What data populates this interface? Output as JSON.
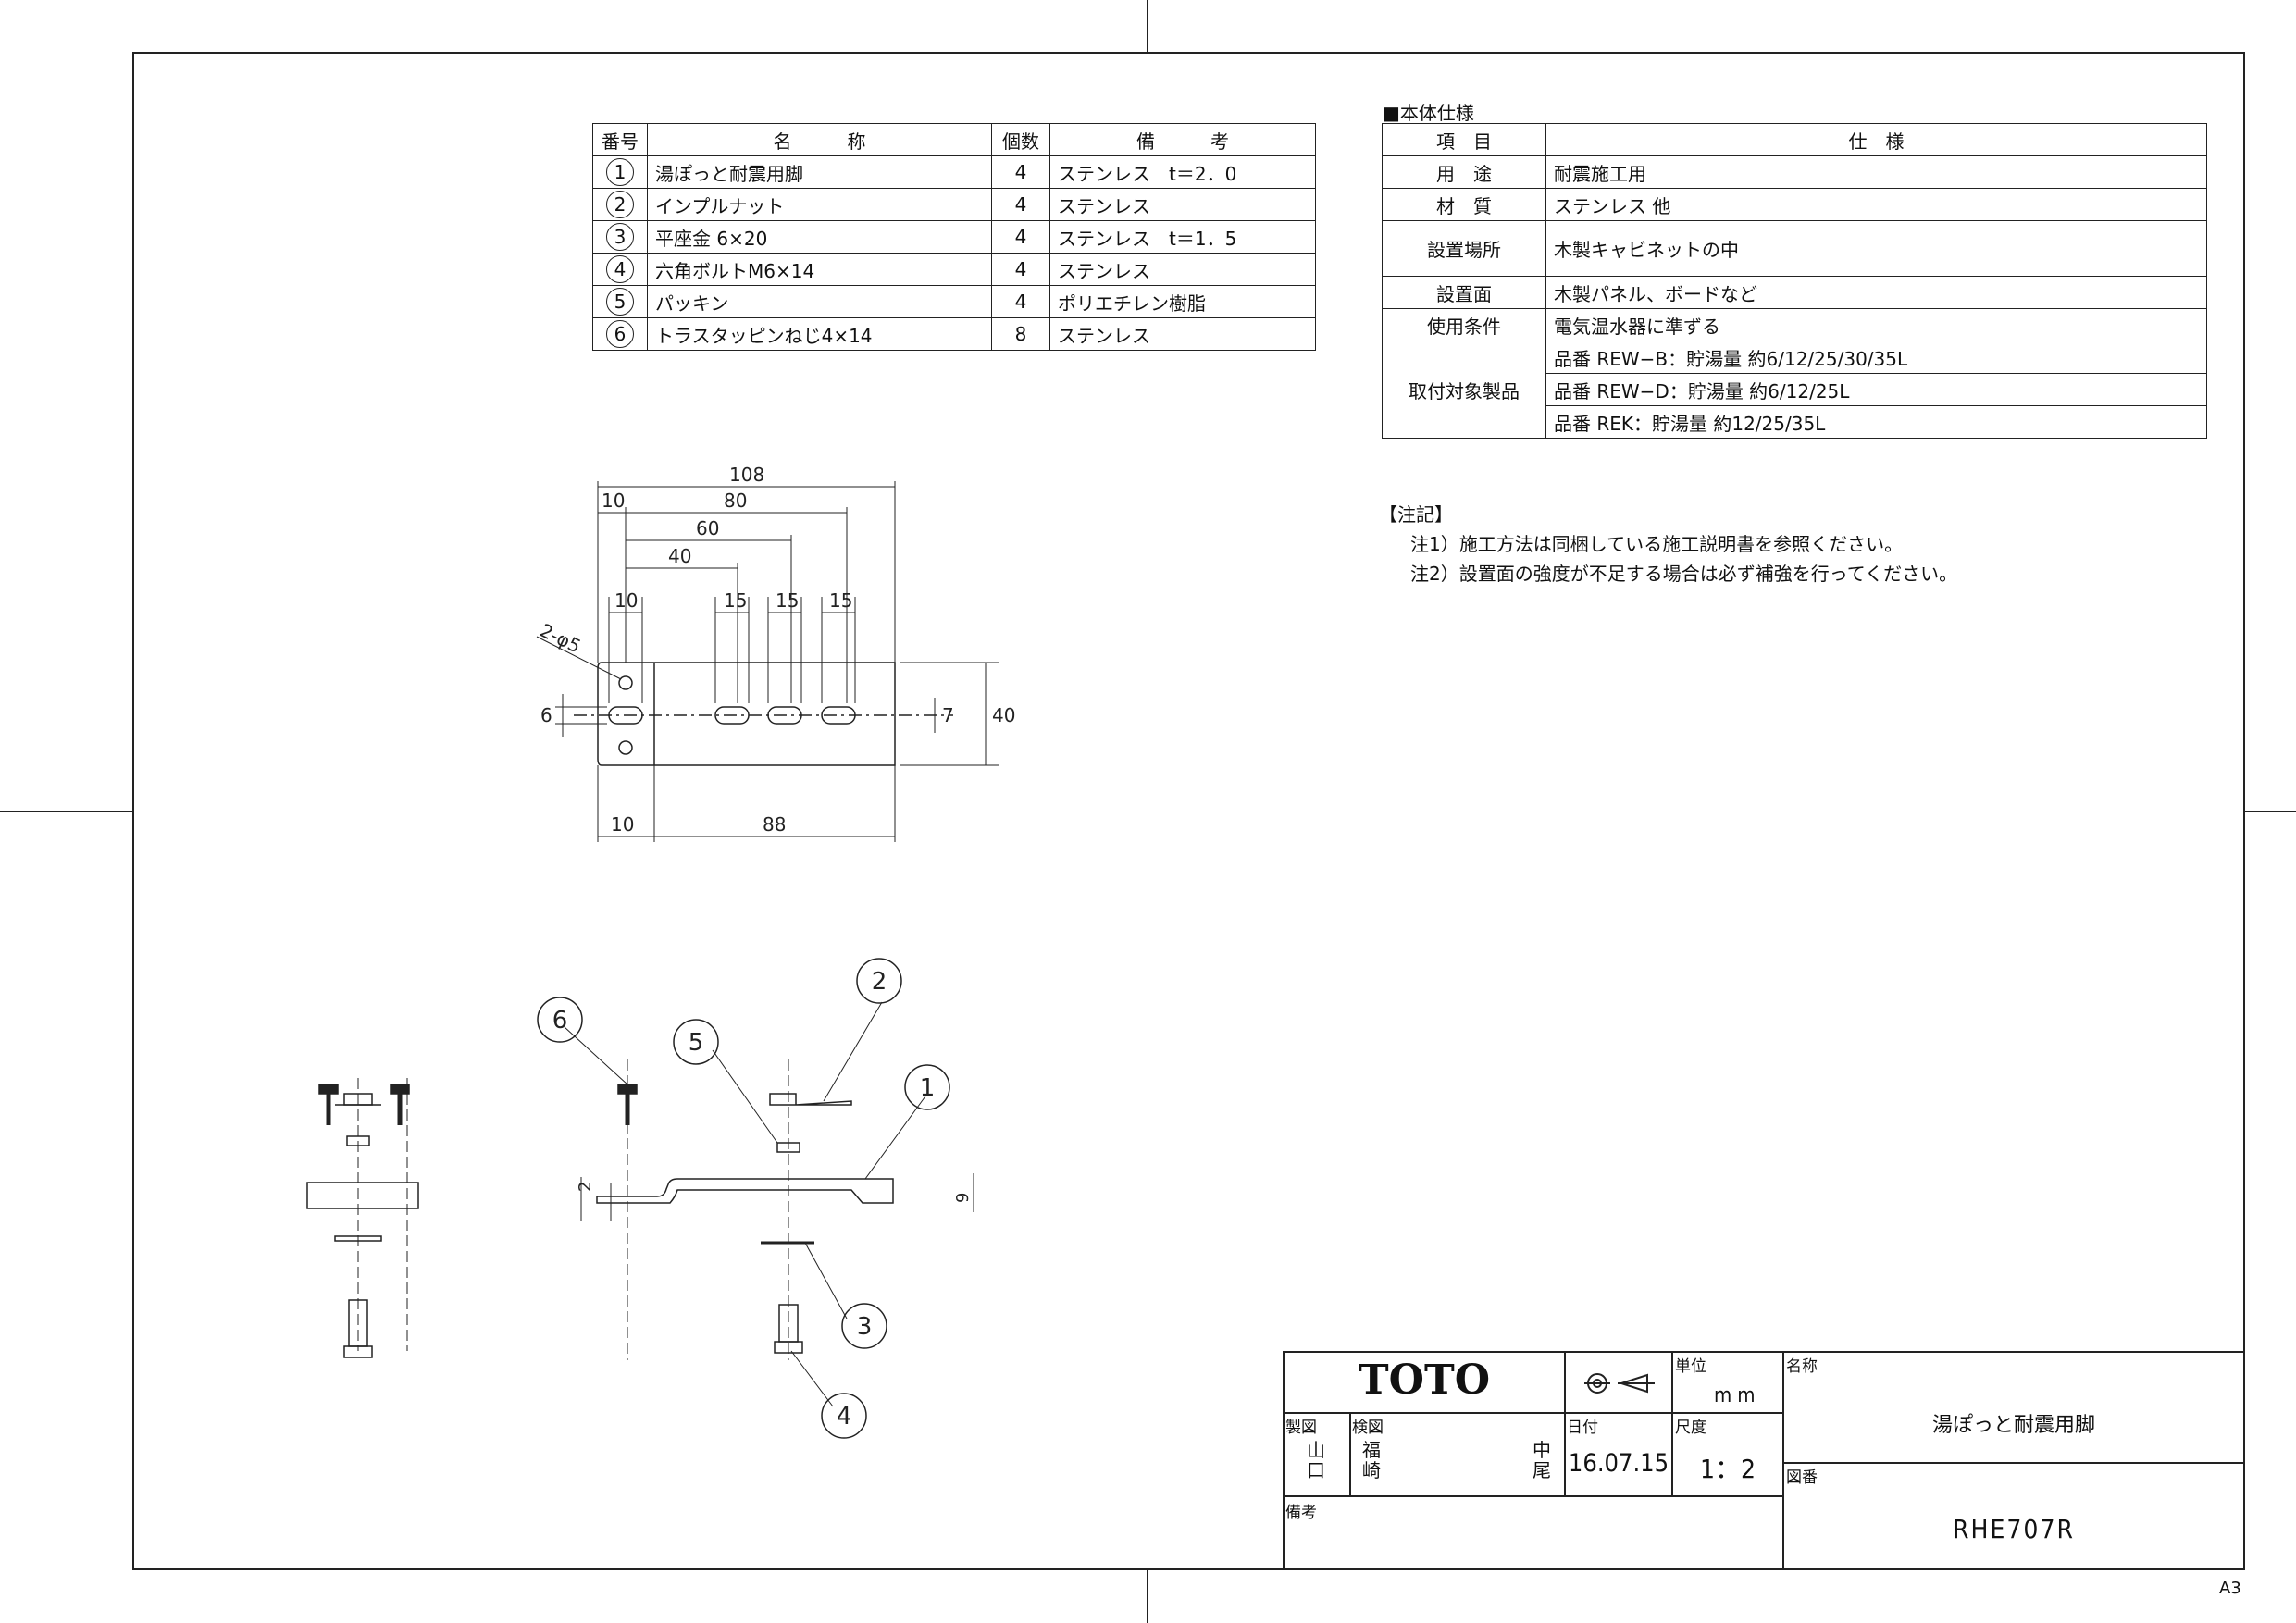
{
  "parts_table": {
    "headers": [
      "番号",
      "名　　　称",
      "個数",
      "備　　　考"
    ],
    "rows": [
      {
        "no": "1",
        "name": "湯ぽっと耐震用脚",
        "qty": "4",
        "note": "ステンレス　t＝2．0"
      },
      {
        "no": "2",
        "name": "インプルナット",
        "qty": "4",
        "note": "ステンレス"
      },
      {
        "no": "3",
        "name": "平座金 6×20",
        "qty": "4",
        "note": "ステンレス　t＝1．5"
      },
      {
        "no": "4",
        "name": "六角ボルトM6×14",
        "qty": "4",
        "note": "ステンレス"
      },
      {
        "no": "5",
        "name": "パッキン",
        "qty": "4",
        "note": "ポリエチレン樹脂"
      },
      {
        "no": "6",
        "name": "トラスタッピンねじ4×14",
        "qty": "8",
        "note": "ステンレス"
      }
    ]
  },
  "spec": {
    "title": "■本体仕様",
    "headers": [
      "項　目",
      "仕　様"
    ],
    "rows": [
      {
        "item": "用　途",
        "value": "耐震施工用"
      },
      {
        "item": "材　質",
        "value": "ステンレス 他"
      },
      {
        "item": "設置場所",
        "value": "木製キャビネットの中"
      },
      {
        "item": "設置面",
        "value": "木製パネル、ボードなど"
      },
      {
        "item": "使用条件",
        "value": "電気温水器に準ずる"
      }
    ],
    "target_label": "取付対象製品",
    "targets": [
      "品番 REW−B：貯湯量 約6/12/25/30/35L",
      "品番 REW−D：貯湯量 約6/12/25L",
      "品番 REK：貯湯量 約12/25/35L"
    ]
  },
  "notes": {
    "title": "【注記】",
    "items": [
      "注1）施工方法は同梱している施工説明書を参照ください。",
      "注2）設置面の強度が不足する場合は必ず補強を行ってください。"
    ]
  },
  "dimensions": {
    "d108": "108",
    "d80": "80",
    "d60": "60",
    "d40": "40",
    "d10a": "10",
    "d10b": "10",
    "d10c": "10",
    "d15a": "15",
    "d15b": "15",
    "d15c": "15",
    "hole": "2-φ5",
    "d6": "6",
    "d7": "7",
    "d40v": "40",
    "d88": "88",
    "d2": "2",
    "d9": "9"
  },
  "balloons": [
    "1",
    "2",
    "3",
    "4",
    "5",
    "6"
  ],
  "title_block": {
    "logo": "TOTO",
    "unit_label": "単位",
    "unit": "mm",
    "name_label": "名称",
    "name": "湯ぽっと耐震用脚",
    "drawn_label": "製図",
    "drawn": "山口",
    "checked_label": "検図",
    "checked1": "福崎",
    "checked2": "中尾",
    "date_label": "日付",
    "date": "16.07.15",
    "scale_label": "尺度",
    "scale": "1：2",
    "drawing_no_label": "図番",
    "drawing_no": "RHE707R",
    "remarks_label": "備考"
  },
  "sheet_size": "A3"
}
